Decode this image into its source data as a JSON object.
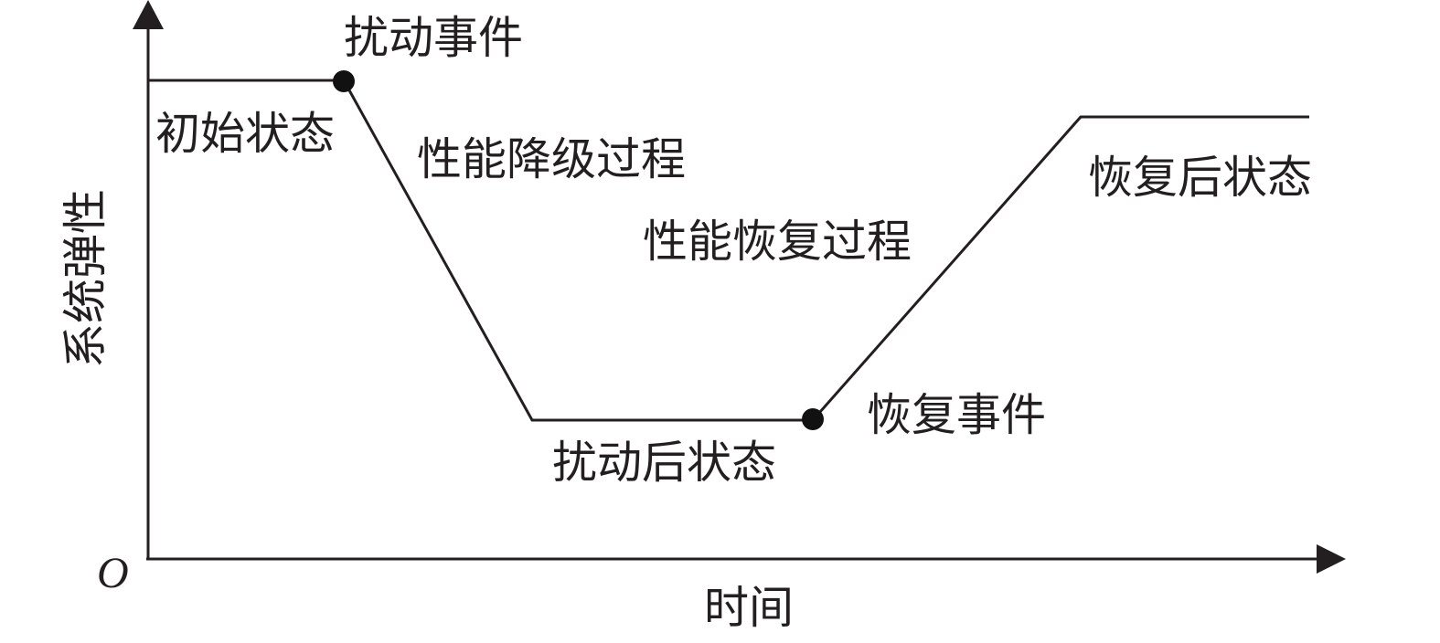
{
  "diagram": {
    "axes": {
      "origin_label": "O",
      "x_label": "时间",
      "y_label": "系统弹性"
    },
    "events": {
      "disturbance": "扰动事件",
      "recovery": "恢复事件"
    },
    "states": {
      "initial": "初始状态",
      "after_disturbance": "扰动后状态",
      "after_recovery": "恢复后状态"
    },
    "processes": {
      "degradation": "性能降级过程",
      "recovery": "性能恢复过程"
    },
    "colors": {
      "line": "#231f20",
      "text": "#231f20"
    }
  }
}
